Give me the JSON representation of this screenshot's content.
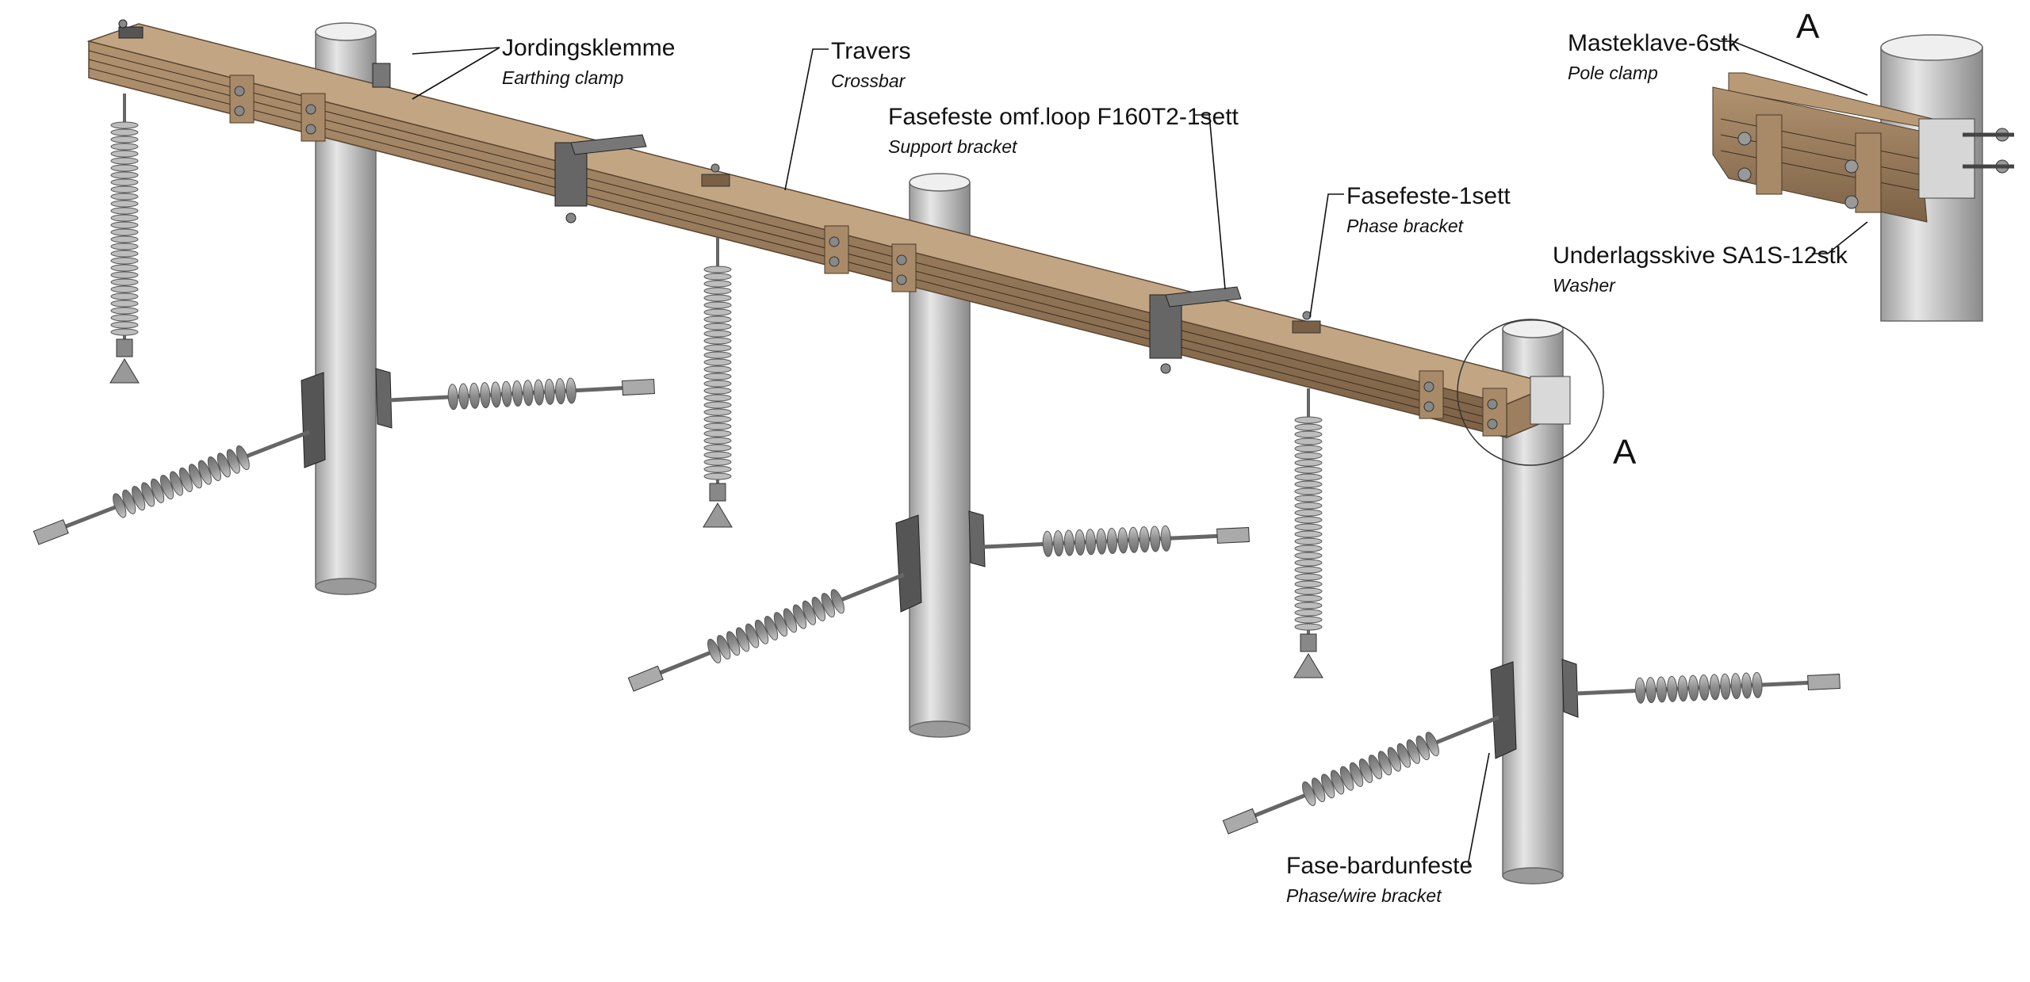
{
  "callouts": {
    "earthing_clamp": {
      "name": "Jordingsklemme",
      "translation": "Earthing clamp"
    },
    "crossbar": {
      "name": "Travers",
      "translation": "Crossbar"
    },
    "support_bracket": {
      "name": "Fasefeste omf.loop F160T2-1sett",
      "translation": "Support bracket"
    },
    "phase_bracket": {
      "name": "Fasefeste-1sett",
      "translation": "Phase bracket"
    },
    "phase_wire_bracket": {
      "name": "Fase-bardunfeste",
      "translation": "Phase/wire bracket"
    },
    "pole_clamp": {
      "name": "Masteklave-6stk",
      "translation": "Pole clamp"
    },
    "washer": {
      "name": "Underlagsskive SA1S-12stk",
      "translation": "Washer"
    }
  },
  "detail": {
    "marker": "A",
    "view_title": "A"
  },
  "colors": {
    "wood": "#8f7355",
    "wood_light": "#a88a68",
    "pole": "#c4c4c4",
    "insulator": "#9a9a9a",
    "bracket": "#555555",
    "line": "#111111"
  }
}
